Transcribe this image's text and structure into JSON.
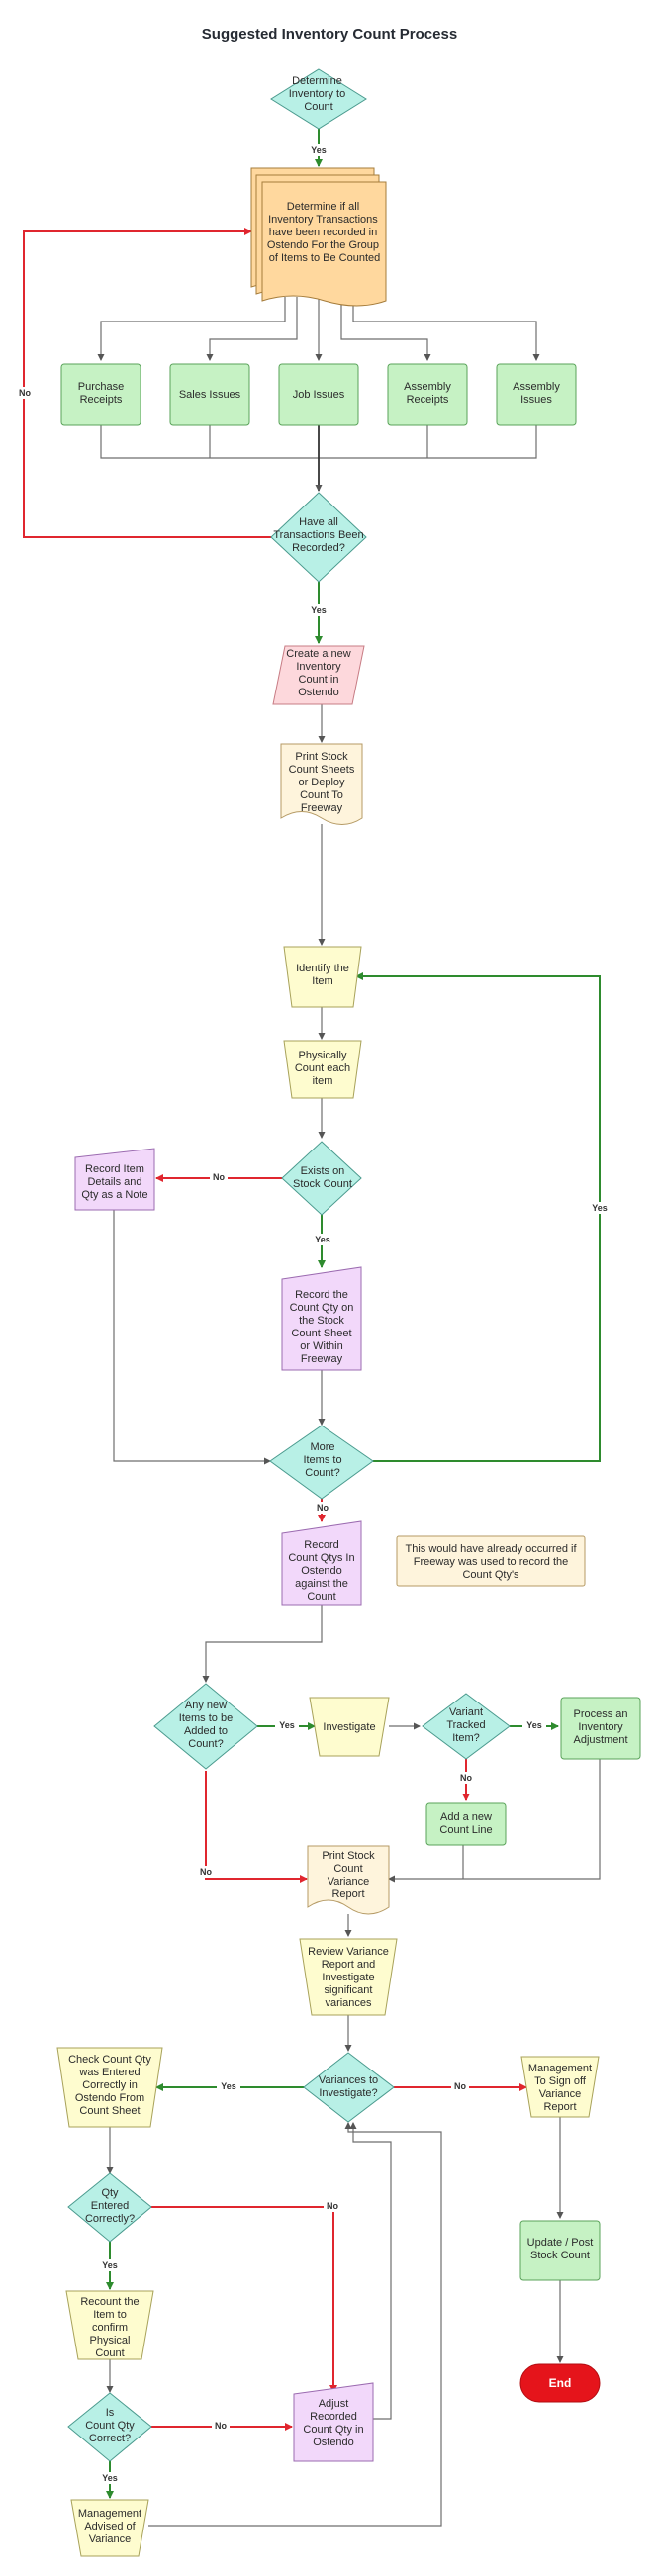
{
  "title": "Suggested Inventory Count Process",
  "colors": {
    "decision": "#b8f0e6",
    "process": "#c6f2c4",
    "manual": "#fefccf",
    "pink": "#fdd8dc",
    "purple": "#f2d8fa",
    "document": "#fef4dc",
    "stack": "#ffd89e",
    "end": "#e5141b",
    "green_line": "#2e8b2e",
    "red_line": "#e0262f",
    "gray_line": "#6e6e6e"
  },
  "nodes": {
    "determine": [
      "Determine",
      "Inventory to",
      "Count"
    ],
    "check_recorded": [
      "Determine if all",
      "Inventory Transactions",
      "have been recorded in",
      "Ostendo For the Group",
      "of Items to Be Counted"
    ],
    "purchase_receipts": [
      "Purchase",
      "Receipts"
    ],
    "sales_issues": [
      "Sales Issues"
    ],
    "job_issues": [
      "Job Issues"
    ],
    "assembly_receipts": [
      "Assembly",
      "Receipts"
    ],
    "assembly_issues": [
      "Assembly",
      "Issues"
    ],
    "all_recorded": [
      "Have all",
      "Transactions Been",
      "Recorded?"
    ],
    "create_count": [
      "Create a new",
      "Inventory",
      "Count in",
      "Ostendo"
    ],
    "print_sheets": [
      "Print Stock",
      "Count Sheets",
      "or Deploy",
      "Count To",
      "Freeway"
    ],
    "identify": [
      "Identify the",
      "Item"
    ],
    "physically": [
      "Physically",
      "Count each",
      "item"
    ],
    "exists": [
      "Exists on",
      "Stock Count"
    ],
    "record_note": [
      "Record Item",
      "Details and",
      "Qty as a Note"
    ],
    "record_qty": [
      "Record the",
      "Count Qty on",
      "the Stock",
      "Count Sheet",
      "or Within",
      "Freeway"
    ],
    "more_items": [
      "More",
      "Items to",
      "Count?"
    ],
    "record_ostendo": [
      "Record",
      "Count Qtys In",
      "Ostendo",
      "against the",
      "Count"
    ],
    "note_freeway": [
      "This would have already occurred if",
      "Freeway was used to record the",
      "Count Qty's"
    ],
    "new_items": [
      "Any new",
      "Items to be",
      "Added to",
      "Count?"
    ],
    "investigate": [
      "Investigate"
    ],
    "variant": [
      "Variant",
      "Tracked",
      "Item?"
    ],
    "process_adj": [
      "Process an",
      "Inventory",
      "Adjustment"
    ],
    "add_line": [
      "Add a new",
      "Count Line"
    ],
    "print_variance": [
      "Print Stock",
      "Count",
      "Variance",
      "Report"
    ],
    "review_variance": [
      "Review Variance",
      "Report and",
      "Investigate",
      "significant",
      "variances"
    ],
    "variances_q": [
      "Variances to",
      "Investigate?"
    ],
    "check_entered": [
      "Check Count Qty",
      "was Entered",
      "Correctly in",
      "Ostendo From",
      "Count Sheet"
    ],
    "mgmt_signoff": [
      "Management",
      "To Sign off",
      "Variance",
      "Report"
    ],
    "qty_entered": [
      "Qty",
      "Entered",
      "Correctly?"
    ],
    "update_post": [
      "Update / Post",
      "Stock Count"
    ],
    "recount": [
      "Recount the",
      "Item to",
      "confirm",
      "Physical",
      "Count"
    ],
    "end": "End",
    "qty_correct": [
      "Is",
      "Count Qty",
      "Correct?"
    ],
    "adjust_recorded": [
      "Adjust",
      "Recorded",
      "Count Qty in",
      "Ostendo"
    ],
    "mgmt_advised": [
      "Management",
      "Advised of",
      "Variance"
    ]
  },
  "edge_labels": {
    "yes": "Yes",
    "no": "No"
  }
}
